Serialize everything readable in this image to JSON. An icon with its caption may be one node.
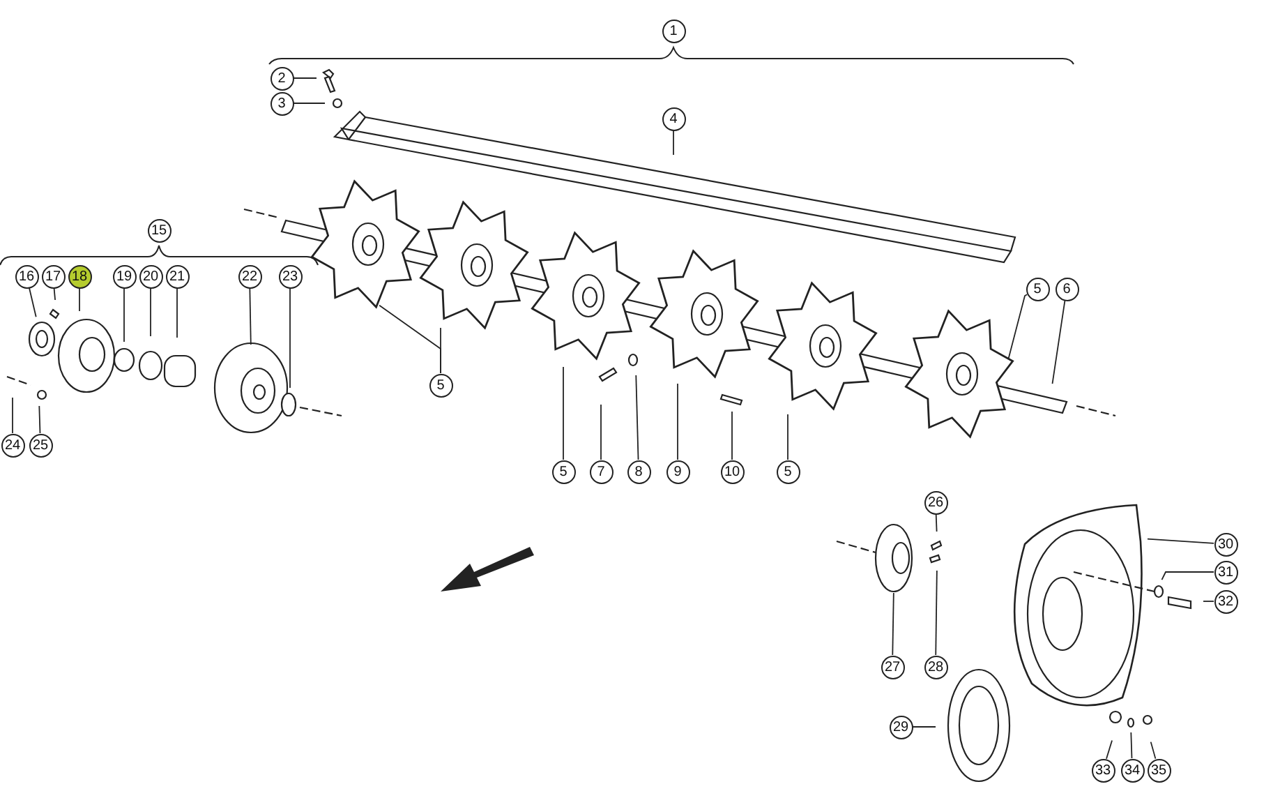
{
  "diagram": {
    "nodes": [
      {
        "text": [
          "1"
        ]
      },
      {
        "text": [
          "2"
        ]
      },
      {
        "text": [
          "3"
        ]
      },
      {
        "text": [
          "4"
        ]
      },
      {
        "text": [
          "15"
        ]
      },
      {
        "text": [
          "16"
        ]
      },
      {
        "text": [
          "17"
        ]
      },
      {
        "text": [
          "18"
        ]
      },
      {
        "text": [
          "19"
        ]
      },
      {
        "text": [
          "20"
        ]
      },
      {
        "text": [
          "21"
        ]
      },
      {
        "text": [
          "22"
        ]
      },
      {
        "text": [
          "23"
        ]
      },
      {
        "text": [
          "5"
        ]
      },
      {
        "text": [
          "6"
        ]
      },
      {
        "text": [
          "5"
        ]
      },
      {
        "text": [
          "24"
        ]
      },
      {
        "text": [
          "25"
        ]
      },
      {
        "text": [
          "5"
        ]
      },
      {
        "text": [
          "7"
        ]
      },
      {
        "text": [
          "8"
        ]
      },
      {
        "text": [
          "9"
        ]
      },
      {
        "text": [
          "10"
        ]
      },
      {
        "text": [
          "5"
        ]
      },
      {
        "text": [
          "26"
        ]
      },
      {
        "text": [
          "30"
        ]
      },
      {
        "text": [
          "31"
        ]
      },
      {
        "text": [
          "32"
        ]
      },
      {
        "text": [
          "27"
        ]
      },
      {
        "text": [
          "28"
        ]
      },
      {
        "text": [
          "29"
        ]
      },
      {
        "text": [
          "33"
        ]
      },
      {
        "text": [
          "34"
        ]
      },
      {
        "text": [
          "35"
        ]
      }
    ],
    "edges": [
      {
        "from": 1,
        "to": null,
        "arrow": "none"
      },
      {
        "from": 2,
        "to": null,
        "arrow": "none"
      },
      {
        "from": 3,
        "to": null,
        "arrow": "none"
      },
      {
        "from": 5,
        "to": null,
        "arrow": "none"
      },
      {
        "from": 6,
        "to": null,
        "arrow": "none"
      },
      {
        "from": 7,
        "to": null,
        "arrow": "none"
      },
      {
        "from": 8,
        "to": null,
        "arrow": "none"
      },
      {
        "from": 9,
        "to": null,
        "arrow": "none"
      },
      {
        "from": 10,
        "to": null,
        "arrow": "none"
      },
      {
        "from": 11,
        "to": null,
        "arrow": "none"
      },
      {
        "from": 12,
        "to": null,
        "arrow": "none"
      },
      {
        "from": 13,
        "to": null,
        "arrow": "none"
      },
      {
        "from": 14,
        "to": null,
        "arrow": "none"
      },
      {
        "from": 15,
        "to": null,
        "arrow": "none"
      },
      {
        "from": 15,
        "to": null,
        "arrow": "none"
      },
      {
        "from": 16,
        "to": null,
        "arrow": "none"
      },
      {
        "from": 17,
        "to": null,
        "arrow": "none"
      },
      {
        "from": 18,
        "to": null,
        "arrow": "none"
      },
      {
        "from": 19,
        "to": null,
        "arrow": "none"
      },
      {
        "from": 20,
        "to": null,
        "arrow": "none"
      },
      {
        "from": 21,
        "to": null,
        "arrow": "none"
      },
      {
        "from": 22,
        "to": null,
        "arrow": "none"
      },
      {
        "from": 23,
        "to": null,
        "arrow": "none"
      },
      {
        "from": 24,
        "to": null,
        "arrow": "none"
      },
      {
        "from": 25,
        "to": null,
        "arrow": "none"
      },
      {
        "from": 26,
        "to": null,
        "arrow": "none"
      },
      {
        "from": 27,
        "to": null,
        "arrow": "none"
      },
      {
        "from": 28,
        "to": null,
        "arrow": "none"
      },
      {
        "from": 29,
        "to": null,
        "arrow": "none"
      },
      {
        "from": 30,
        "to": null,
        "arrow": "none"
      },
      {
        "from": 31,
        "to": null,
        "arrow": "none"
      },
      {
        "from": 32,
        "to": null,
        "arrow": "none"
      },
      {
        "from": 33,
        "to": null,
        "arrow": "none"
      }
    ]
  }
}
